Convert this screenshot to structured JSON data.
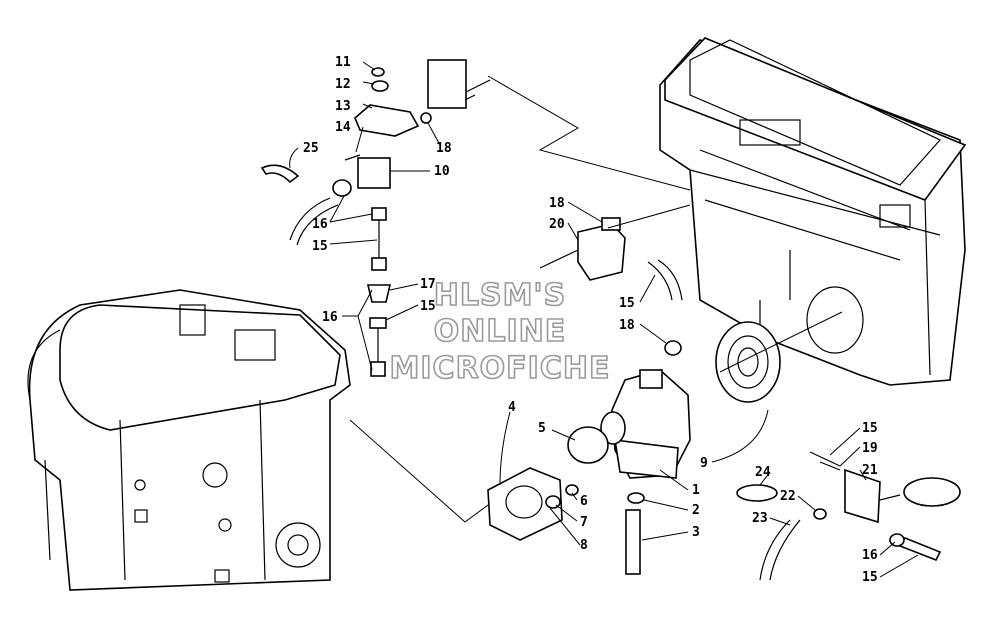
{
  "watermark": {
    "line1": "HLSM'S",
    "line2": "ONLINE",
    "line3": "MICROFICHE"
  },
  "callouts": [
    "11",
    "12",
    "13",
    "14",
    "25",
    "18",
    "10",
    "16",
    "15",
    "18",
    "20",
    "17",
    "15",
    "16",
    "15",
    "18",
    "4",
    "5",
    "6",
    "7",
    "8",
    "1",
    "2",
    "3",
    "9",
    "15",
    "19",
    "21",
    "24",
    "22",
    "23",
    "16",
    "15"
  ]
}
